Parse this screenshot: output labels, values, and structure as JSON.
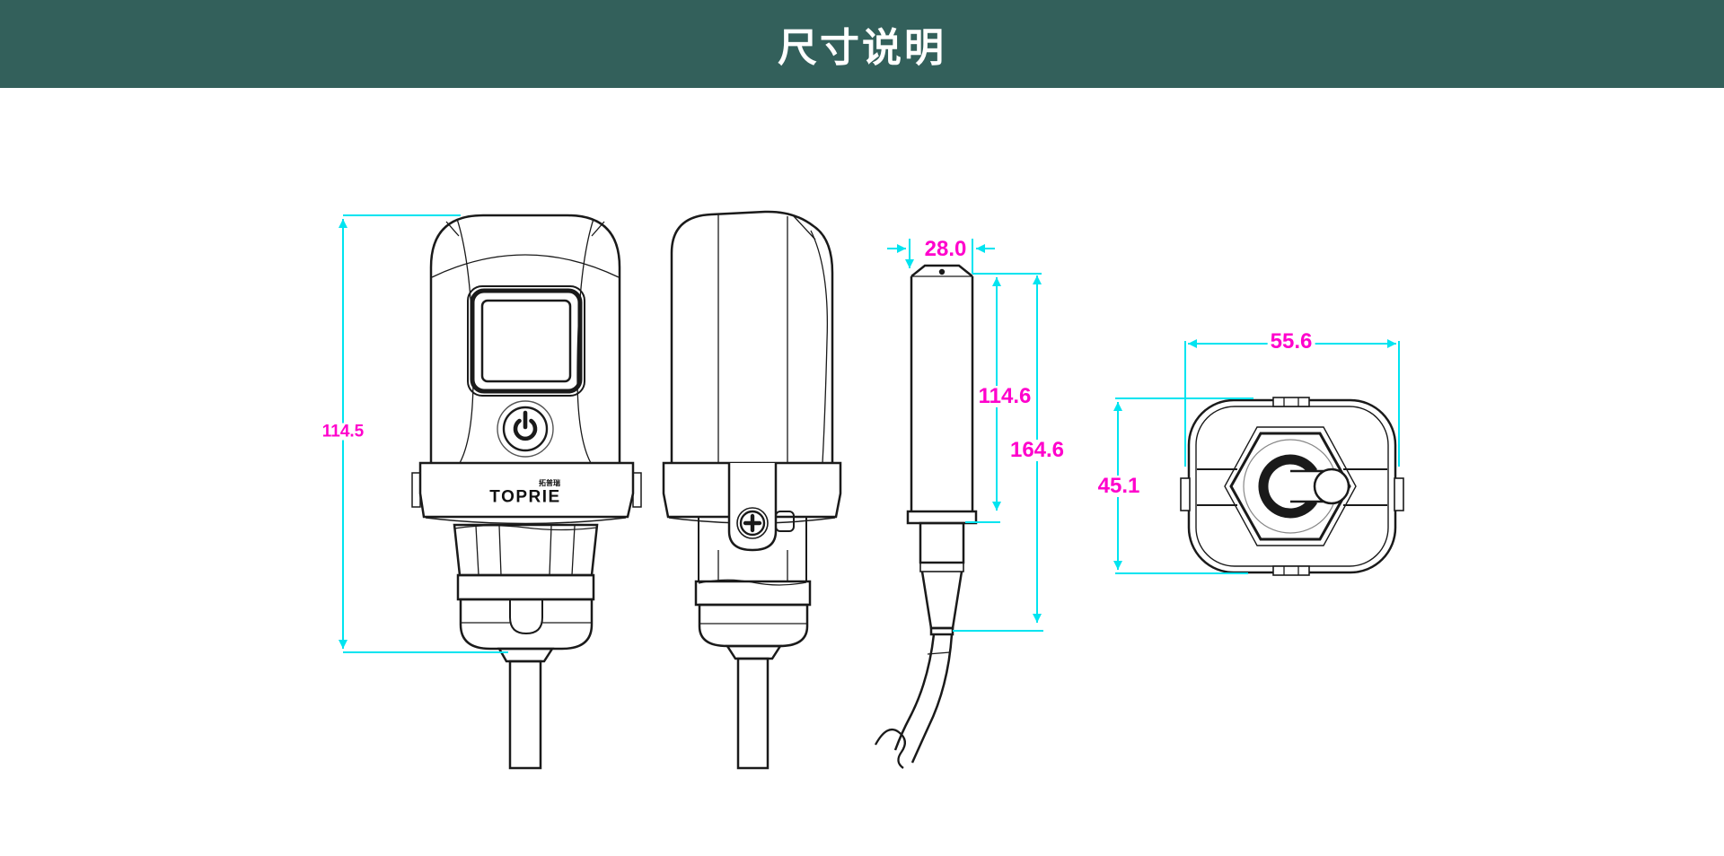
{
  "header": {
    "title": "尺寸说明"
  },
  "colors": {
    "header_bg": "#33605B",
    "header_text": "#FFFFFF",
    "dimension_line": "#00E4F0",
    "dimension_text": "#FF00CC",
    "line_art": "#1A1A1A",
    "canvas_bg": "#FFFFFF"
  },
  "branding": {
    "logo": "TOPRIE",
    "logo_cn": "拓普瑞"
  },
  "icons": {
    "power_button": "power-symbol",
    "screw": "phillips-screw"
  },
  "dimensions": {
    "front_height": "114.5",
    "probe_top_width": "28.0",
    "probe_body_height": "114.6",
    "probe_total_height": "164.6",
    "bottom_width": "55.6",
    "bottom_depth": "45.1"
  }
}
